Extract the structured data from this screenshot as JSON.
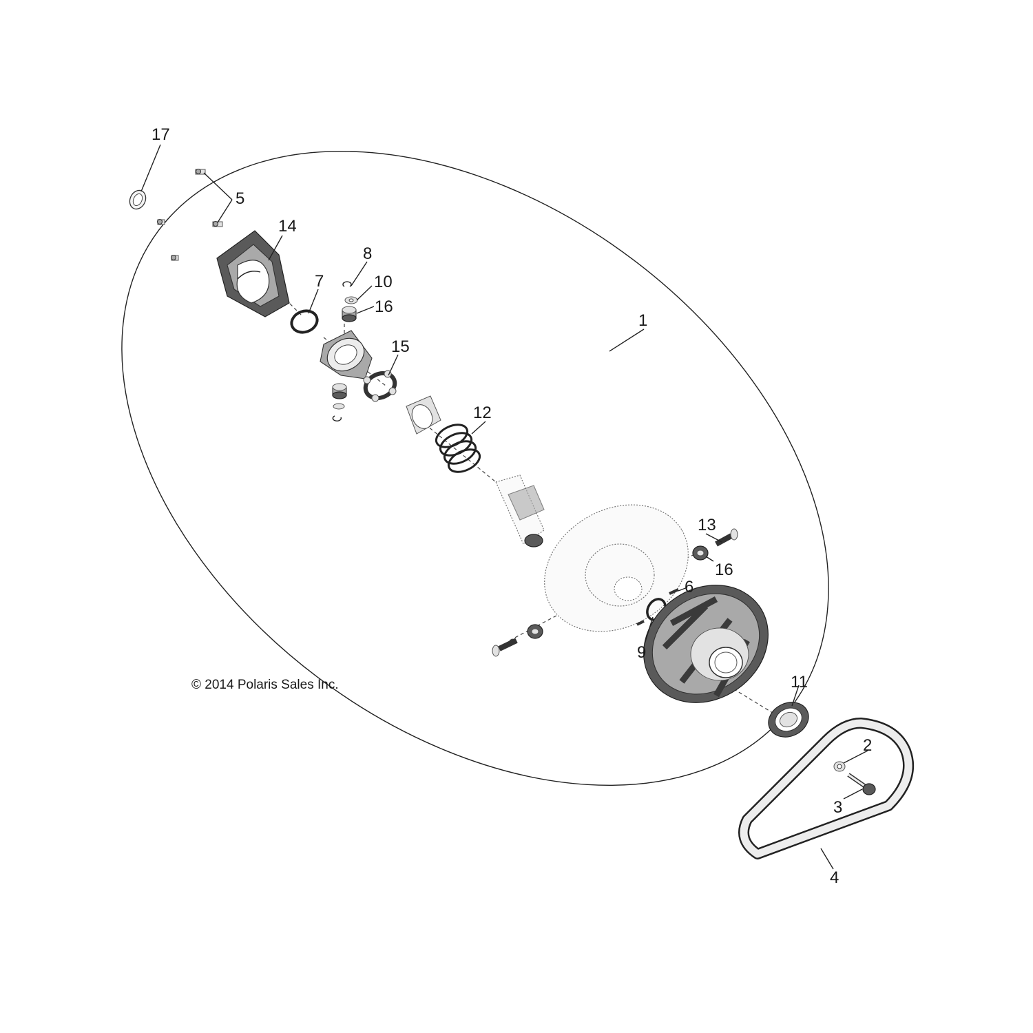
{
  "copyright": "© 2014 Polaris Sales Inc.",
  "callouts": {
    "c1": "1",
    "c2": "2",
    "c3": "3",
    "c4": "4",
    "c5": "5",
    "c6": "6",
    "c7": "7",
    "c8": "8",
    "c9": "9",
    "c10": "10",
    "c11": "11",
    "c12": "12",
    "c13": "13",
    "c14": "14",
    "c15": "15",
    "c16a": "16",
    "c16b": "16",
    "c17": "17"
  }
}
